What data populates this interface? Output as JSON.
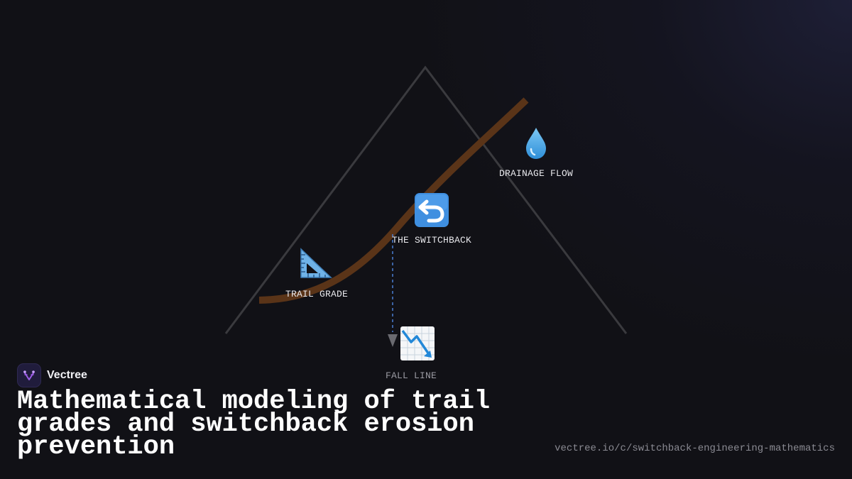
{
  "brand": {
    "name": "Vectree"
  },
  "title": "Mathematical modeling of trail grades and switchback erosion prevention",
  "url": "vectree.io/c/switchback-engineering-mathematics",
  "markers": {
    "drainage": {
      "icon": "droplet-icon",
      "label": "DRAINAGE FLOW"
    },
    "switchback": {
      "icon": "return-arrow-icon",
      "label": "THE SWITCHBACK"
    },
    "grade": {
      "icon": "triangular-ruler-icon",
      "label": "TRAIL GRADE"
    },
    "fall_line": {
      "icon": "chart-decreasing-icon",
      "label": "FALL LINE"
    }
  },
  "colors": {
    "background": "#111116",
    "mountain_outline": "#3a3a3e",
    "trail": "#5a3418",
    "fall_line_dash": "#4a7fd4",
    "logo_bg": "#201c3c",
    "logo_mark": "#9b5de5"
  }
}
